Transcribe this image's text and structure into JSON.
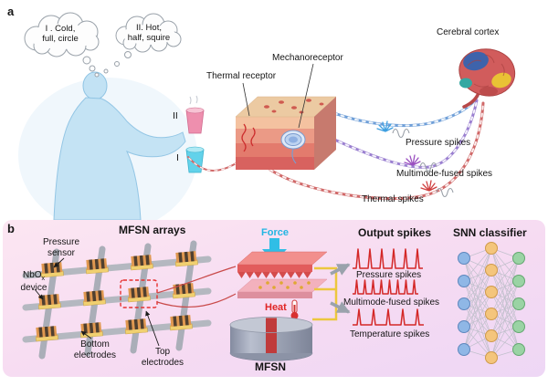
{
  "panel_a": {
    "label": "a",
    "thought_bubble_1": {
      "line1": "I . Cold,",
      "line2": "full, circle"
    },
    "thought_bubble_2": {
      "line1": "II. Hot,",
      "line2": "half, squire"
    },
    "cup_hot_label": "II",
    "cup_cold_label": "I",
    "thermal_receptor_label": "Thermal receptor",
    "mechanoreceptor_label": "Mechanoreceptor",
    "cerebral_cortex_label": "Cerebral cortex",
    "pressure_spikes_label": "Pressure spikes",
    "multimode_spikes_label": "Multimode-fused spikes",
    "thermal_spikes_label": "Thermal spikes"
  },
  "panel_b": {
    "label": "b",
    "array_title": "MFSN arrays",
    "pressure_sensor": {
      "line1": "Pressure",
      "line2": "sensor"
    },
    "nbox_device": {
      "prefix": "NbO",
      "sub": "x",
      "line2": "device"
    },
    "bottom_electrodes": {
      "line1": "Bottom",
      "line2": "electrodes"
    },
    "top_electrodes": {
      "line1": "Top",
      "line2": "electrodes"
    },
    "force_label": "Force",
    "heat_label": "Heat",
    "device_label": "MFSN",
    "output_title": "Output spikes",
    "pressure_spikes_label": "Pressure spikes",
    "multimode_spikes_label": "Multimode-fused spikes",
    "temperature_spikes_label": "Temperature spikes",
    "snn_title": "SNN classifier"
  },
  "colors": {
    "force_blue": "#22b5e2",
    "heat_red": "#e02525",
    "spike_red": "#d42828",
    "panel_b_bg": "#f7ddf0"
  }
}
